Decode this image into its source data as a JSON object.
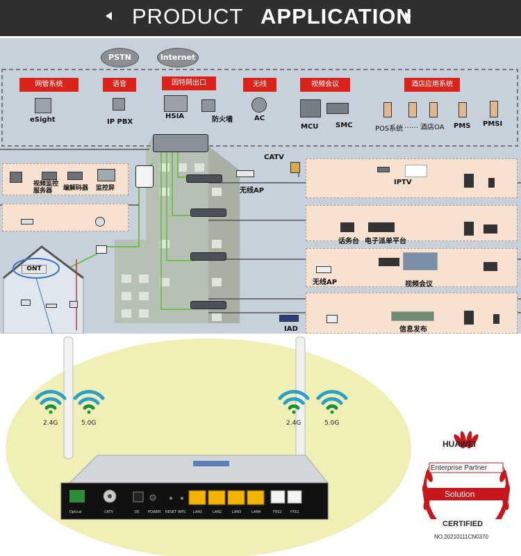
{
  "header": {
    "product": "PRODUCT",
    "application": "APPLICATION"
  },
  "colors": {
    "header_bg": "#2f2f2f",
    "label_red": "#d9231b",
    "ellipse": "#efefb6",
    "diagram_bg": "#c7d1db"
  },
  "diagram": {
    "clouds": {
      "pstn": "PSTN",
      "internet": "Internet"
    },
    "top_labels": [
      "网管系统",
      "语音",
      "因特网出口",
      "无线",
      "视频会议",
      "酒店应用系统"
    ],
    "devices": {
      "esight": "eSight",
      "ip_pbx": "IP PBX",
      "hsia": "HSIA",
      "firewall": "防火墙",
      "ac": "AC",
      "mcu": "MCU",
      "smc": "SMC",
      "pos": "POS系统",
      "dots": "……",
      "hotel_oa": "酒店OA",
      "pms": "PMS",
      "pmsi": "PMSI"
    },
    "left_row1": {
      "video_server": "视频监控\n服务器",
      "encoder": "编解码器",
      "monitor": "监控屏"
    },
    "catv": "CATV",
    "wireless_ap_center": "无线AP",
    "iptv": "IPTV",
    "right_row2": {
      "console": "话务台",
      "dispatch": "电子派单平台"
    },
    "right_row3": {
      "wireless_ap": "无线AP",
      "video_conf": "视频会议"
    },
    "right_row4": {
      "iad": "IAD",
      "info": "信息发布"
    },
    "ont": "ONT"
  },
  "router": {
    "wifi_left": [
      "2.4G",
      "5.0G"
    ],
    "wifi_right": [
      "2.4G",
      "5.0G"
    ],
    "ports": [
      "Optical",
      "CATV",
      "DC",
      "POWER",
      "RESET",
      "WPS",
      "LAN1",
      "LAN2",
      "LAN3",
      "LAN4",
      "FXS2",
      "FXS1"
    ]
  },
  "badge": {
    "brand": "HUAWEI",
    "partner": "Enterprise Partner",
    "solution": "Solution",
    "certified": "CERTIFIED",
    "number": "NO.20210111CN0370"
  }
}
